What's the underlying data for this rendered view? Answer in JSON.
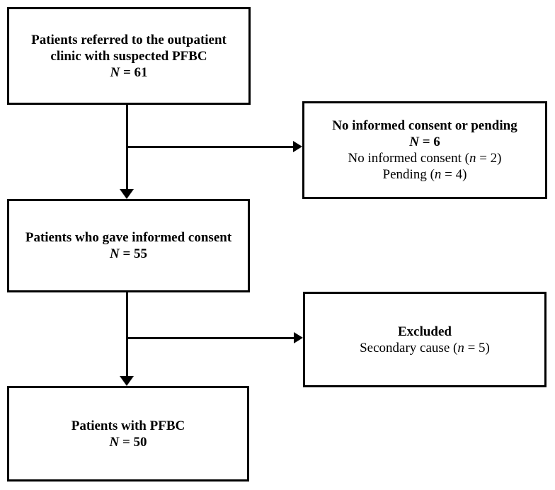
{
  "colors": {
    "line": "#000000",
    "text": "#000000",
    "background": "#ffffff"
  },
  "boxes": {
    "referred": {
      "line1": "Patients referred to the outpatient",
      "line2": "clinic with suspected PFBC",
      "n_label": "N",
      "n_value": " = 61"
    },
    "no_consent": {
      "title": "No informed consent or pending",
      "n_label": "N",
      "n_value": " = 6",
      "detail1_pre": "No informed consent (",
      "detail1_n": "n",
      "detail1_post": " = 2)",
      "detail2_pre": "Pending (",
      "detail2_n": "n",
      "detail2_post": " = 4)"
    },
    "consent": {
      "line1": "Patients who gave informed consent",
      "n_label": "N",
      "n_value": " = 55"
    },
    "excluded": {
      "title": "Excluded",
      "detail_pre": "Secondary cause (",
      "detail_n": "n",
      "detail_post": " = 5)"
    },
    "pfbc": {
      "line1": "Patients with PFBC",
      "n_label": "N",
      "n_value": " = 50"
    }
  }
}
